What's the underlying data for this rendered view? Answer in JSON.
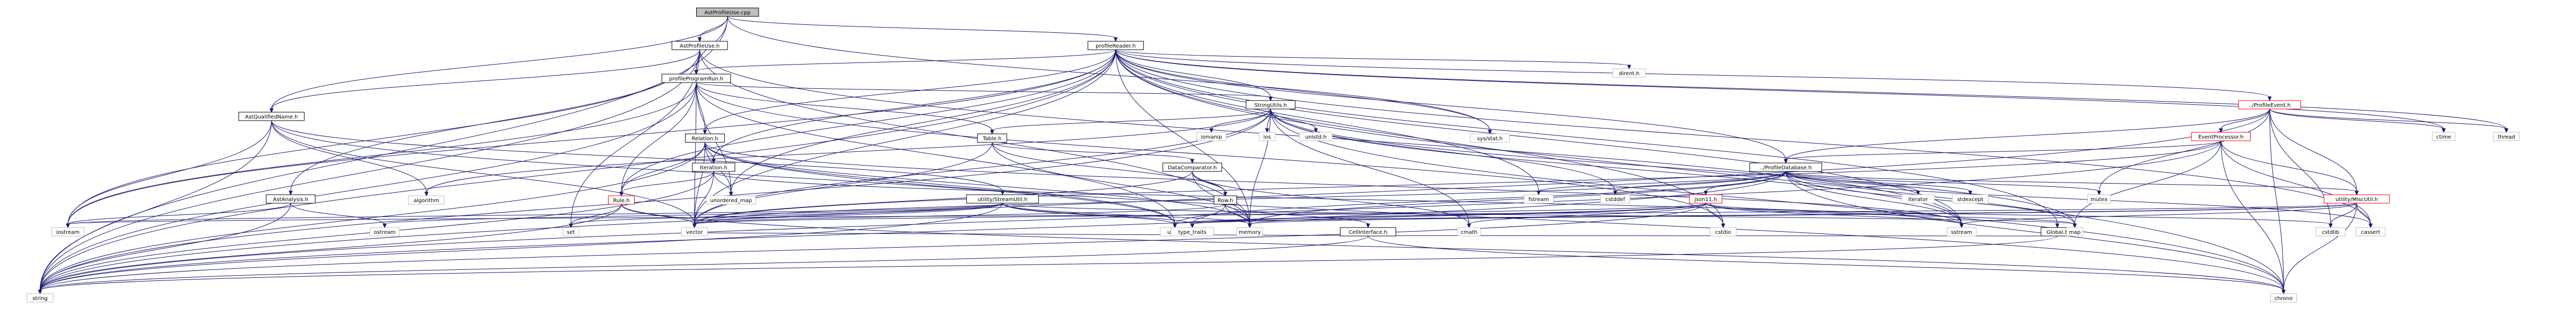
{
  "colors": {
    "edge": "#191970",
    "node_fill": "#ffffff",
    "node_border_gray": "#bfbfbf",
    "node_border_red": "#ff0000",
    "node_border_black": "#000000",
    "root_fill": "#bfbfbf"
  },
  "nodes": [
    {
      "id": "root",
      "label": "AstProfileUse.cpp",
      "style": "root"
    },
    {
      "id": "astprofileuse_h",
      "label": "AstProfileUse.h",
      "style": "black"
    },
    {
      "id": "profilereader_h",
      "label": "profileReader.h",
      "style": "black"
    },
    {
      "id": "profileprogramrun_h",
      "label": "profileProgramRun.h",
      "style": "black"
    },
    {
      "id": "astqualifiedname_h",
      "label": "AstQualifiedName.h",
      "style": "black"
    },
    {
      "id": "stringutils_h",
      "label": "StringUtils.h",
      "style": "black"
    },
    {
      "id": "profileevent_h",
      "label": "../ProfileEvent.h",
      "style": "red"
    },
    {
      "id": "eventprocessor_h",
      "label": "EventProcessor.h",
      "style": "red"
    },
    {
      "id": "profiledatabase_h",
      "label": "../ProfileDatabase.h",
      "style": "black"
    },
    {
      "id": "relation_h",
      "label": "Relation.h",
      "style": "black"
    },
    {
      "id": "iteration_h",
      "label": "Iteration.h",
      "style": "black"
    },
    {
      "id": "table_h",
      "label": "Table.h",
      "style": "black"
    },
    {
      "id": "datacomparator_h",
      "label": "DataComparator.h",
      "style": "black"
    },
    {
      "id": "astanalysis_h",
      "label": "AstAnalysis.h",
      "style": "black"
    },
    {
      "id": "rule_h",
      "label": "Rule.h",
      "style": "red"
    },
    {
      "id": "streamutil_h",
      "label": "utility/StreamUtil.h",
      "style": "black"
    },
    {
      "id": "row_h",
      "label": "Row.h",
      "style": "black"
    },
    {
      "id": "cellinterface_h",
      "label": "CellInterface.h",
      "style": "black"
    },
    {
      "id": "json11_h",
      "label": "json11.h",
      "style": "red"
    },
    {
      "id": "global_h",
      "label": "Global.h",
      "style": "black"
    },
    {
      "id": "miscutil_h",
      "label": "utility/MiscUtil.h",
      "style": "red"
    },
    {
      "id": "dirent_h",
      "label": "dirent.h",
      "style": "gray"
    },
    {
      "id": "romanip",
      "label": "iomanip",
      "style": "gray"
    },
    {
      "id": "ios",
      "label": "ios",
      "style": "gray"
    },
    {
      "id": "unistd_h",
      "label": "unistd.h",
      "style": "gray"
    },
    {
      "id": "sysstat_h",
      "label": "sys/stat.h",
      "style": "gray"
    },
    {
      "id": "ctime",
      "label": "ctime",
      "style": "gray"
    },
    {
      "id": "thread",
      "label": "thread",
      "style": "gray"
    },
    {
      "id": "algorithm",
      "label": "algorithm",
      "style": "gray"
    },
    {
      "id": "unordered_map",
      "label": "unordered_map",
      "style": "gray"
    },
    {
      "id": "iostream",
      "label": "iostream",
      "style": "gray"
    },
    {
      "id": "ostream",
      "label": "ostream",
      "style": "gray"
    },
    {
      "id": "string",
      "label": "string",
      "style": "gray"
    },
    {
      "id": "set",
      "label": "set",
      "style": "gray"
    },
    {
      "id": "vector",
      "label": "vector",
      "style": "gray"
    },
    {
      "id": "utility",
      "label": "utility",
      "style": "gray"
    },
    {
      "id": "type_traits",
      "label": "type_traits",
      "style": "gray"
    },
    {
      "id": "memory",
      "label": "memory",
      "style": "gray"
    },
    {
      "id": "cmath",
      "label": "cmath",
      "style": "gray"
    },
    {
      "id": "fstream",
      "label": "fstream",
      "style": "gray"
    },
    {
      "id": "cstddef",
      "label": "cstddef",
      "style": "gray"
    },
    {
      "id": "cstdio",
      "label": "cstdio",
      "style": "gray"
    },
    {
      "id": "map",
      "label": "map",
      "style": "gray"
    },
    {
      "id": "sstream",
      "label": "sstream",
      "style": "gray"
    },
    {
      "id": "chrono",
      "label": "chrono",
      "style": "gray"
    },
    {
      "id": "iterator",
      "label": "iterator",
      "style": "gray"
    },
    {
      "id": "stdexcept",
      "label": "stdexcept",
      "style": "gray"
    },
    {
      "id": "mutex",
      "label": "mutex",
      "style": "gray"
    },
    {
      "id": "cstdlib",
      "label": "cstdlib",
      "style": "gray"
    },
    {
      "id": "cassert",
      "label": "cassert",
      "style": "gray"
    }
  ],
  "edges": [
    [
      "root",
      "astprofileuse_h"
    ],
    [
      "root",
      "profilereader_h"
    ],
    [
      "root",
      "profileprogramrun_h"
    ],
    [
      "root",
      "astqualifiedname_h"
    ],
    [
      "root",
      "sysstat_h"
    ],
    [
      "root",
      "string"
    ],
    [
      "astprofileuse_h",
      "profileprogramrun_h"
    ],
    [
      "astprofileuse_h",
      "astqualifiedname_h"
    ],
    [
      "astprofileuse_h",
      "astanalysis_h"
    ],
    [
      "astprofileuse_h",
      "string"
    ],
    [
      "astprofileuse_h",
      "iostream"
    ],
    [
      "astprofileuse_h",
      "memory"
    ],
    [
      "astprofileuse_h",
      "set"
    ],
    [
      "astprofileuse_h",
      "sstream"
    ],
    [
      "profilereader_h",
      "profileprogramrun_h"
    ],
    [
      "profilereader_h",
      "stringutils_h"
    ],
    [
      "profilereader_h",
      "profileevent_h"
    ],
    [
      "profilereader_h",
      "profiledatabase_h"
    ],
    [
      "profilereader_h",
      "relation_h"
    ],
    [
      "profilereader_h",
      "iteration_h"
    ],
    [
      "profilereader_h",
      "rule_h"
    ],
    [
      "profilereader_h",
      "global_h"
    ],
    [
      "profilereader_h",
      "dirent_h"
    ],
    [
      "profilereader_h",
      "sysstat_h"
    ],
    [
      "profilereader_h",
      "thread"
    ],
    [
      "profilereader_h",
      "ctime"
    ],
    [
      "profilereader_h",
      "fstream"
    ],
    [
      "profilereader_h",
      "chrono"
    ],
    [
      "profilereader_h",
      "memory"
    ],
    [
      "profilereader_h",
      "string"
    ],
    [
      "profilereader_h",
      "unordered_map"
    ],
    [
      "profilereader_h",
      "cassert"
    ],
    [
      "profilereader_h",
      "iostream"
    ],
    [
      "profilereader_h",
      "sstream"
    ],
    [
      "profilereader_h",
      "vector"
    ],
    [
      "profilereader_h",
      "cstdio"
    ],
    [
      "profileprogramrun_h",
      "stringutils_h"
    ],
    [
      "profileprogramrun_h",
      "relation_h"
    ],
    [
      "profileprogramrun_h",
      "table_h"
    ],
    [
      "profileprogramrun_h",
      "rule_h"
    ],
    [
      "profileprogramrun_h",
      "unordered_map"
    ],
    [
      "profileprogramrun_h",
      "iostream"
    ],
    [
      "profileprogramrun_h",
      "string"
    ],
    [
      "profileprogramrun_h",
      "vector"
    ],
    [
      "profileprogramrun_h",
      "utility"
    ],
    [
      "profileprogramrun_h",
      "cstdio"
    ],
    [
      "astqualifiedname_h",
      "algorithm"
    ],
    [
      "astqualifiedname_h",
      "iostream"
    ],
    [
      "astqualifiedname_h",
      "string"
    ],
    [
      "astqualifiedname_h",
      "utility"
    ],
    [
      "astqualifiedname_h",
      "vector"
    ],
    [
      "astqualifiedname_h",
      "streamutil_h"
    ],
    [
      "stringutils_h",
      "romanip"
    ],
    [
      "stringutils_h",
      "ios"
    ],
    [
      "stringutils_h",
      "unistd_h"
    ],
    [
      "stringutils_h",
      "table_h"
    ],
    [
      "stringutils_h",
      "cmath"
    ],
    [
      "stringutils_h",
      "algorithm"
    ],
    [
      "stringutils_h",
      "string"
    ],
    [
      "stringutils_h",
      "sstream"
    ],
    [
      "stringutils_h",
      "vector"
    ],
    [
      "stringutils_h",
      "cstddef"
    ],
    [
      "stringutils_h",
      "chrono"
    ],
    [
      "stringutils_h",
      "memory"
    ],
    [
      "stringutils_h",
      "map"
    ],
    [
      "profileevent_h",
      "eventprocessor_h"
    ],
    [
      "profileevent_h",
      "profiledatabase_h"
    ],
    [
      "profileevent_h",
      "miscutil_h"
    ],
    [
      "profileevent_h",
      "ctime"
    ],
    [
      "profileevent_h",
      "thread"
    ],
    [
      "profileevent_h",
      "mutex"
    ],
    [
      "profileevent_h",
      "chrono"
    ],
    [
      "profileevent_h",
      "string"
    ],
    [
      "profileevent_h",
      "cstdlib"
    ],
    [
      "eventprocessor_h",
      "profiledatabase_h"
    ],
    [
      "eventprocessor_h",
      "miscutil_h"
    ],
    [
      "eventprocessor_h",
      "string"
    ],
    [
      "eventprocessor_h",
      "map"
    ],
    [
      "eventprocessor_h",
      "chrono"
    ],
    [
      "eventprocessor_h",
      "cassert"
    ],
    [
      "eventprocessor_h",
      "vector"
    ],
    [
      "profiledatabase_h",
      "json11_h"
    ],
    [
      "profiledatabase_h",
      "miscutil_h"
    ],
    [
      "profiledatabase_h",
      "iterator"
    ],
    [
      "profiledatabase_h",
      "stdexcept"
    ],
    [
      "profiledatabase_h",
      "mutex"
    ],
    [
      "profiledatabase_h",
      "chrono"
    ],
    [
      "profiledatabase_h",
      "cassert"
    ],
    [
      "profiledatabase_h",
      "fstream"
    ],
    [
      "profiledatabase_h",
      "memory"
    ],
    [
      "profiledatabase_h",
      "map"
    ],
    [
      "profiledatabase_h",
      "sstream"
    ],
    [
      "profiledatabase_h",
      "string"
    ],
    [
      "profiledatabase_h",
      "vector"
    ],
    [
      "profiledatabase_h",
      "utility"
    ],
    [
      "profiledatabase_h",
      "cstddef"
    ],
    [
      "relation_h",
      "iteration_h"
    ],
    [
      "relation_h",
      "rule_h"
    ],
    [
      "relation_h",
      "unordered_map"
    ],
    [
      "relation_h",
      "string"
    ],
    [
      "relation_h",
      "vector"
    ],
    [
      "relation_h",
      "utility"
    ],
    [
      "relation_h",
      "memory"
    ],
    [
      "relation_h",
      "chrono"
    ],
    [
      "relation_h",
      "sstream"
    ],
    [
      "iteration_h",
      "rule_h"
    ],
    [
      "iteration_h",
      "string"
    ],
    [
      "iteration_h",
      "vector"
    ],
    [
      "iteration_h",
      "unordered_map"
    ],
    [
      "iteration_h",
      "sstream"
    ],
    [
      "table_h",
      "row_h"
    ],
    [
      "table_h",
      "datacomparator_h"
    ],
    [
      "table_h",
      "vector"
    ],
    [
      "table_h",
      "memory"
    ],
    [
      "datacomparator_h",
      "row_h"
    ],
    [
      "datacomparator_h",
      "cmath"
    ],
    [
      "datacomparator_h",
      "vector"
    ],
    [
      "datacomparator_h",
      "memory"
    ],
    [
      "astanalysis_h",
      "iostream"
    ],
    [
      "astanalysis_h",
      "ostream"
    ],
    [
      "astanalysis_h",
      "string"
    ],
    [
      "rule_h",
      "string"
    ],
    [
      "rule_h",
      "set"
    ],
    [
      "rule_h",
      "vector"
    ],
    [
      "rule_h",
      "chrono"
    ],
    [
      "streamutil_h",
      "iostream"
    ],
    [
      "streamutil_h",
      "ostream"
    ],
    [
      "streamutil_h",
      "set"
    ],
    [
      "streamutil_h",
      "vector"
    ],
    [
      "streamutil_h",
      "map"
    ],
    [
      "streamutil_h",
      "utility"
    ],
    [
      "streamutil_h",
      "type_traits"
    ],
    [
      "streamutil_h",
      "memory"
    ],
    [
      "streamutil_h",
      "string"
    ],
    [
      "row_h",
      "cellinterface_h"
    ],
    [
      "row_h",
      "memory"
    ],
    [
      "row_h",
      "vector"
    ],
    [
      "row_h",
      "type_traits"
    ],
    [
      "cellinterface_h",
      "string"
    ],
    [
      "cellinterface_h",
      "chrono"
    ],
    [
      "json11_h",
      "string"
    ],
    [
      "json11_h",
      "vector"
    ],
    [
      "json11_h",
      "map"
    ],
    [
      "json11_h",
      "memory"
    ],
    [
      "json11_h",
      "cmath"
    ],
    [
      "json11_h",
      "cstdio"
    ],
    [
      "json11_h",
      "cstdlib"
    ],
    [
      "json11_h",
      "initializer_list"
    ],
    [
      "json11_h",
      "type_traits"
    ],
    [
      "json11_h",
      "sstream"
    ],
    [
      "json11_h",
      "utility"
    ],
    [
      "global_h",
      "map"
    ],
    [
      "global_h",
      "string"
    ],
    [
      "global_h",
      "vector"
    ],
    [
      "miscutil_h",
      "cassert"
    ],
    [
      "miscutil_h",
      "chrono"
    ],
    [
      "miscutil_h",
      "cstdlib"
    ],
    [
      "miscutil_h",
      "sstream"
    ],
    [
      "miscutil_h",
      "iostream"
    ],
    [
      "miscutil_h",
      "memory"
    ],
    [
      "miscutil_h",
      "type_traits"
    ],
    [
      "miscutil_h",
      "utility"
    ]
  ]
}
